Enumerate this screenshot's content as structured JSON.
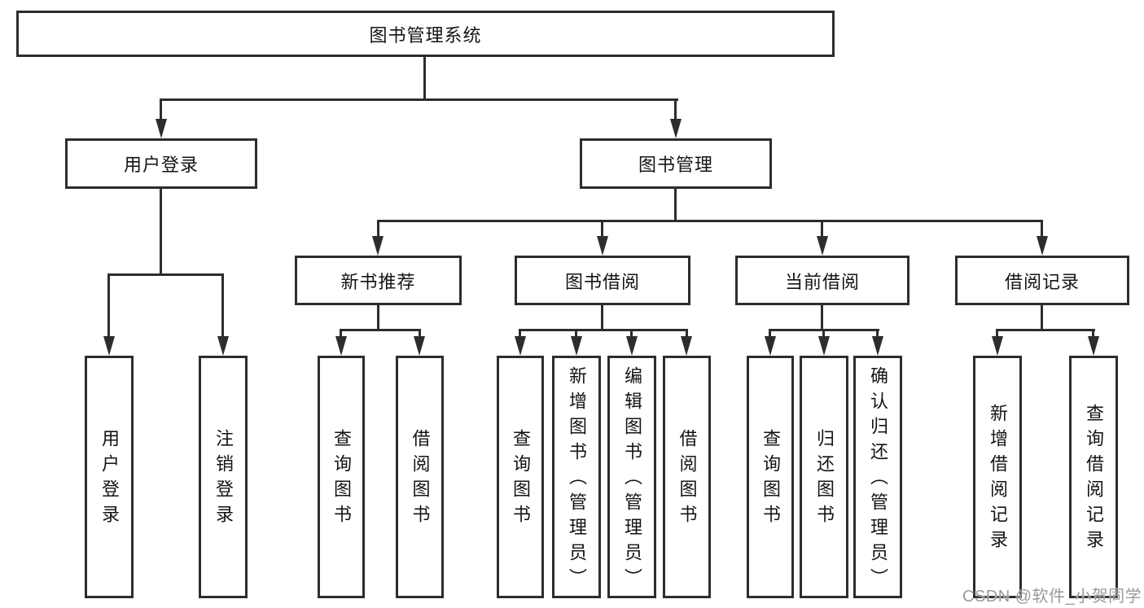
{
  "diagram": {
    "root": {
      "label": "图书管理系统"
    },
    "branches": {
      "user_login": {
        "label": "用户登录",
        "children": {
          "login": "用户登录",
          "logout": "注销登录"
        }
      },
      "book_management": {
        "label": "图书管理",
        "sections": {
          "new_book": {
            "label": "新书推荐",
            "children": {
              "query": "查询图书",
              "borrow": "借阅图书"
            }
          },
          "borrowing": {
            "label": "图书借阅",
            "children": {
              "query": "查询图书",
              "add": "新增图书（管理员）",
              "edit": "编辑图书（管理员）",
              "borrow": "借阅图书"
            }
          },
          "current": {
            "label": "当前借阅",
            "children": {
              "query": "查询图书",
              "return": "归还图书",
              "confirm": "确认归还（管理员）"
            }
          },
          "records": {
            "label": "借阅记录",
            "children": {
              "add": "新增借阅记录",
              "query": "查询借阅记录"
            }
          }
        }
      }
    },
    "watermark": "CSDN @软件_小贺同学",
    "colors": {
      "line": "#2d2d2d",
      "text": "#141414",
      "watermark": "#9a9a9a",
      "background": "#ffffff"
    }
  }
}
